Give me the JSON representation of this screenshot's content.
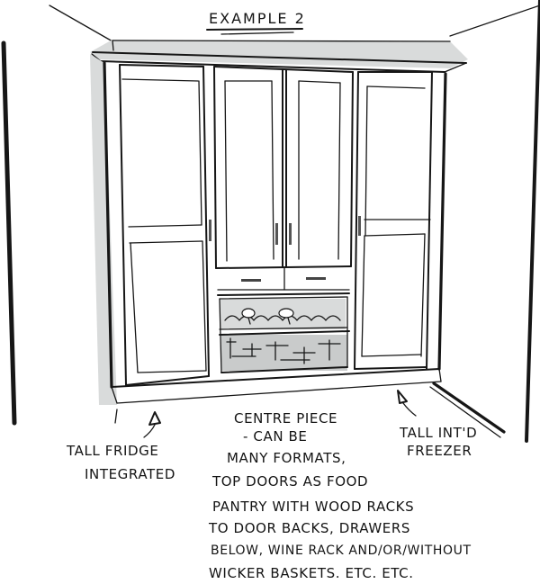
{
  "title": "EXAMPLE 2",
  "annotations": {
    "left": {
      "lines": [
        "TALL FRIDGE",
        "INTEGRATED"
      ]
    },
    "right": {
      "lines": [
        "TALL INT'D",
        "FREEZER"
      ]
    },
    "centre": {
      "lines": [
        "CENTRE PIECE",
        "- CAN BE",
        "MANY FORMATS,",
        "TOP DOORS AS FOOD",
        "PANTRY WITH WOOD RACKS",
        "TO DOOR BACKS, DRAWERS",
        "BELOW, WINE RACK AND/OR/WITHOUT",
        "WICKER BASKETS. ETC. ETC."
      ]
    }
  },
  "cabinet": {
    "sections": [
      {
        "name": "left-tall-door",
        "description": "Tall fridge integrated door"
      },
      {
        "name": "centre-top-left-door",
        "description": "Pantry door"
      },
      {
        "name": "centre-top-right-door",
        "description": "Pantry door"
      },
      {
        "name": "centre-drawer-left",
        "description": "Drawer"
      },
      {
        "name": "centre-drawer-right",
        "description": "Drawer"
      },
      {
        "name": "wine-rack",
        "description": "Wine rack with bottles"
      },
      {
        "name": "wicker-basket",
        "description": "Wicker basket"
      },
      {
        "name": "right-tall-door",
        "description": "Tall integrated freezer door"
      }
    ]
  },
  "colors": {
    "ink": "#161616",
    "shade": "#d9dbdb",
    "paper": "#ffffff"
  }
}
